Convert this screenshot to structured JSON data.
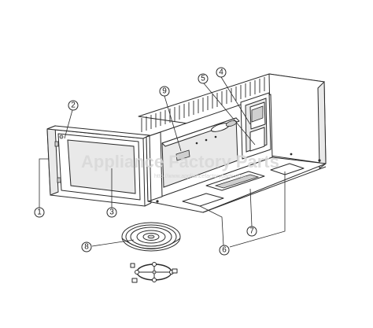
{
  "watermark": {
    "brand": "Appliance Factory Parts",
    "url": "http://www.appliancefactoryparts.com"
  },
  "callouts": [
    {
      "id": "1",
      "label": "1"
    },
    {
      "id": "2",
      "label": "2"
    },
    {
      "id": "3",
      "label": "3"
    },
    {
      "id": "4",
      "label": "4"
    },
    {
      "id": "5",
      "label": "5"
    },
    {
      "id": "6",
      "label": "6"
    },
    {
      "id": "7",
      "label": "7"
    },
    {
      "id": "8",
      "label": "8"
    },
    {
      "id": "9",
      "label": "9"
    }
  ]
}
